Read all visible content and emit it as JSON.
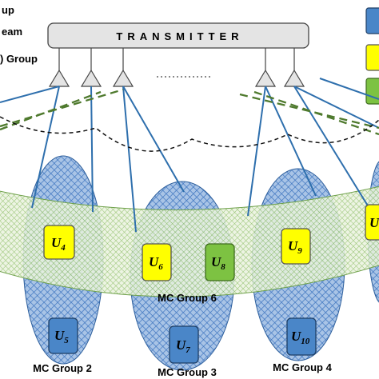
{
  "legend_left": {
    "line1": "up",
    "line2": "eam",
    "line3": ") Group"
  },
  "transmitter": {
    "label": "TRANSMITTER",
    "gap_marker": "........................"
  },
  "groups": {
    "g2": "MC Group 2",
    "g3": "MC Group 3",
    "g4": "MC Group 4",
    "g6": "MC Group 6"
  },
  "users": [
    {
      "id": "u4",
      "letter": "U",
      "sub": "4",
      "color": "yellow"
    },
    {
      "id": "u5",
      "letter": "U",
      "sub": "5",
      "color": "blue"
    },
    {
      "id": "u6",
      "letter": "U",
      "sub": "6",
      "color": "yellow"
    },
    {
      "id": "u7",
      "letter": "U",
      "sub": "7",
      "color": "blue"
    },
    {
      "id": "u8",
      "letter": "U",
      "sub": "8",
      "color": "green"
    },
    {
      "id": "u9",
      "letter": "U",
      "sub": "9",
      "color": "yellow"
    },
    {
      "id": "u10",
      "letter": "U",
      "sub": "10",
      "color": "blue"
    },
    {
      "id": "u11",
      "letter": "U",
      "sub": "",
      "color": "yellow"
    }
  ],
  "legend_right_colors": [
    "blue",
    "yellow",
    "green"
  ],
  "colors": {
    "blue": "#4a86c8",
    "yellow": "#ffff00",
    "green": "#7dc242",
    "ellipse_blue": "#5b8fd0",
    "band_green": "#8fbf6a",
    "tx_fill": "#e4e4e4",
    "beam_blue": "#2e6fad",
    "beam_green": "#4f7a2e"
  }
}
